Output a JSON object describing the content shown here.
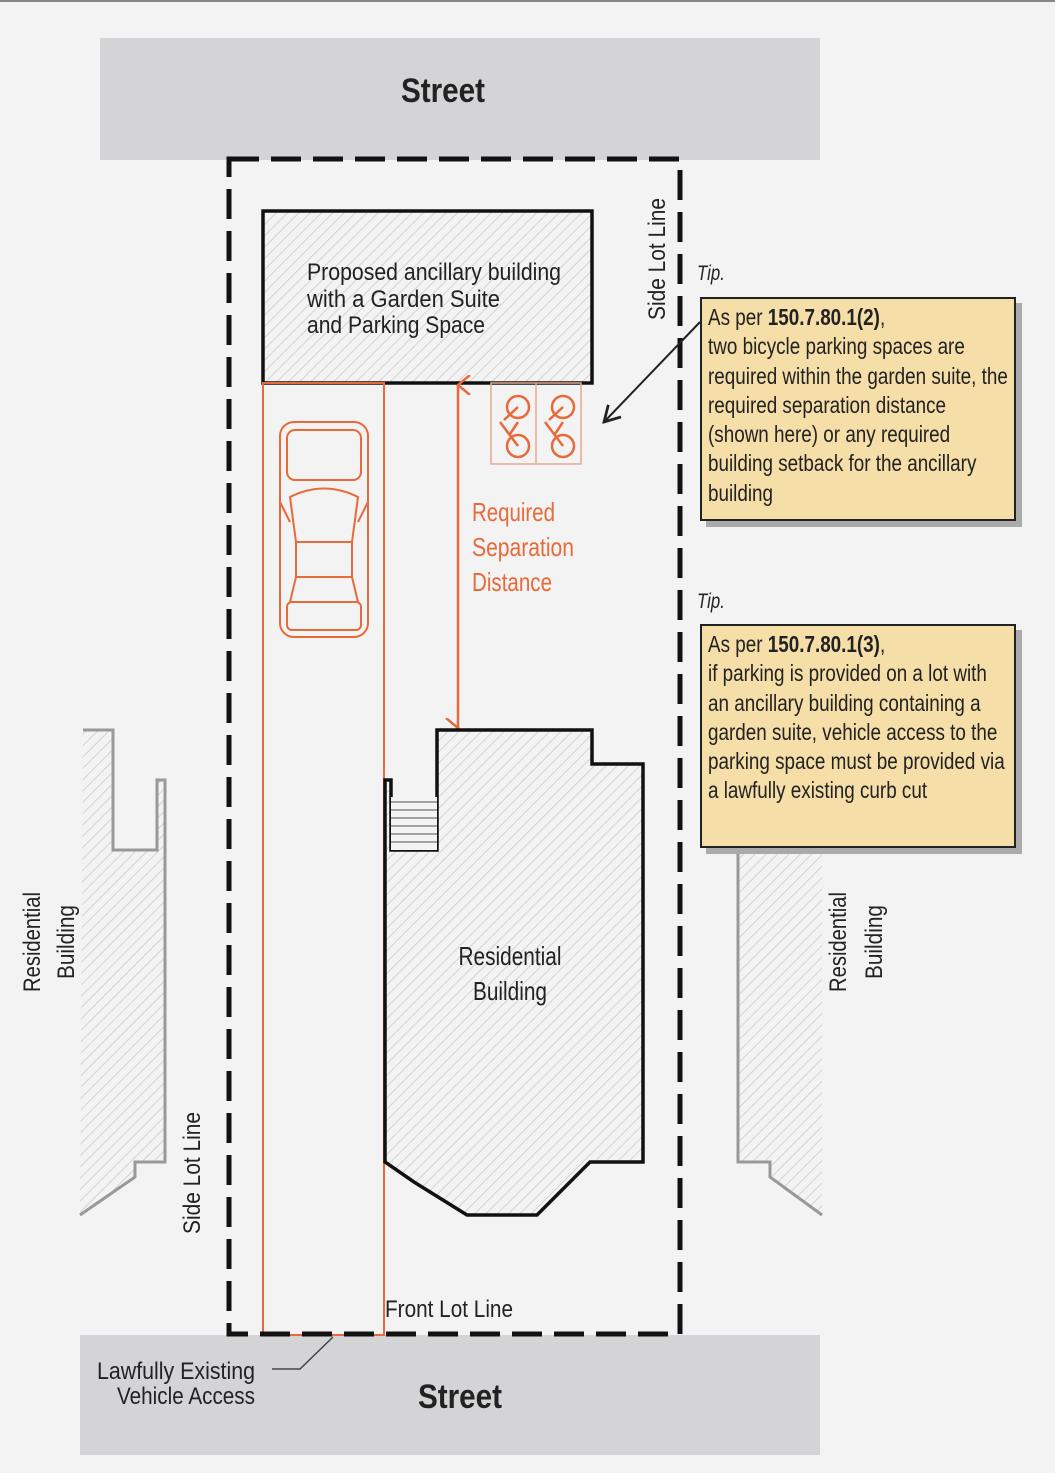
{
  "streets": {
    "top": "Street",
    "bottom": "Street"
  },
  "lot": {
    "side_lot_line_right": "Side Lot Line",
    "side_lot_line_left": "Side Lot Line",
    "front_lot_line": "Front Lot Line"
  },
  "ancillary_building": {
    "lines": [
      "Proposed ancillary building",
      "with a Garden Suite",
      "and Parking Space"
    ]
  },
  "separation": {
    "lines": [
      "Required",
      "Separation",
      "Distance"
    ]
  },
  "residential_building": {
    "lines": [
      "Residential",
      "Building"
    ]
  },
  "neighbor_left": {
    "lines": [
      "Residential",
      "Building"
    ]
  },
  "neighbor_right": {
    "lines": [
      "Residential",
      "Building"
    ]
  },
  "vehicle_access": {
    "lines": [
      "Lawfully Existing",
      "Vehicle Access"
    ]
  },
  "tips": [
    {
      "label": "Tip.",
      "prefix": "As per ",
      "ref": "150.7.80.1(2)",
      "suffix": ",",
      "body": "two bicycle parking spaces are required within the garden suite, the required separation distance (shown here) or any required building setback for the ancillary building"
    },
    {
      "label": "Tip.",
      "prefix": "As per ",
      "ref": "150.7.80.1(3)",
      "suffix": ",",
      "body": "if parking is provided on a lot with an ancillary building containing a garden suite, vehicle access to the parking space must be provided via a lawfully existing curb cut"
    }
  ],
  "colors": {
    "accent": "#e8693a",
    "street": "#d4d4d6",
    "tip_bg": "#f5dea8"
  }
}
